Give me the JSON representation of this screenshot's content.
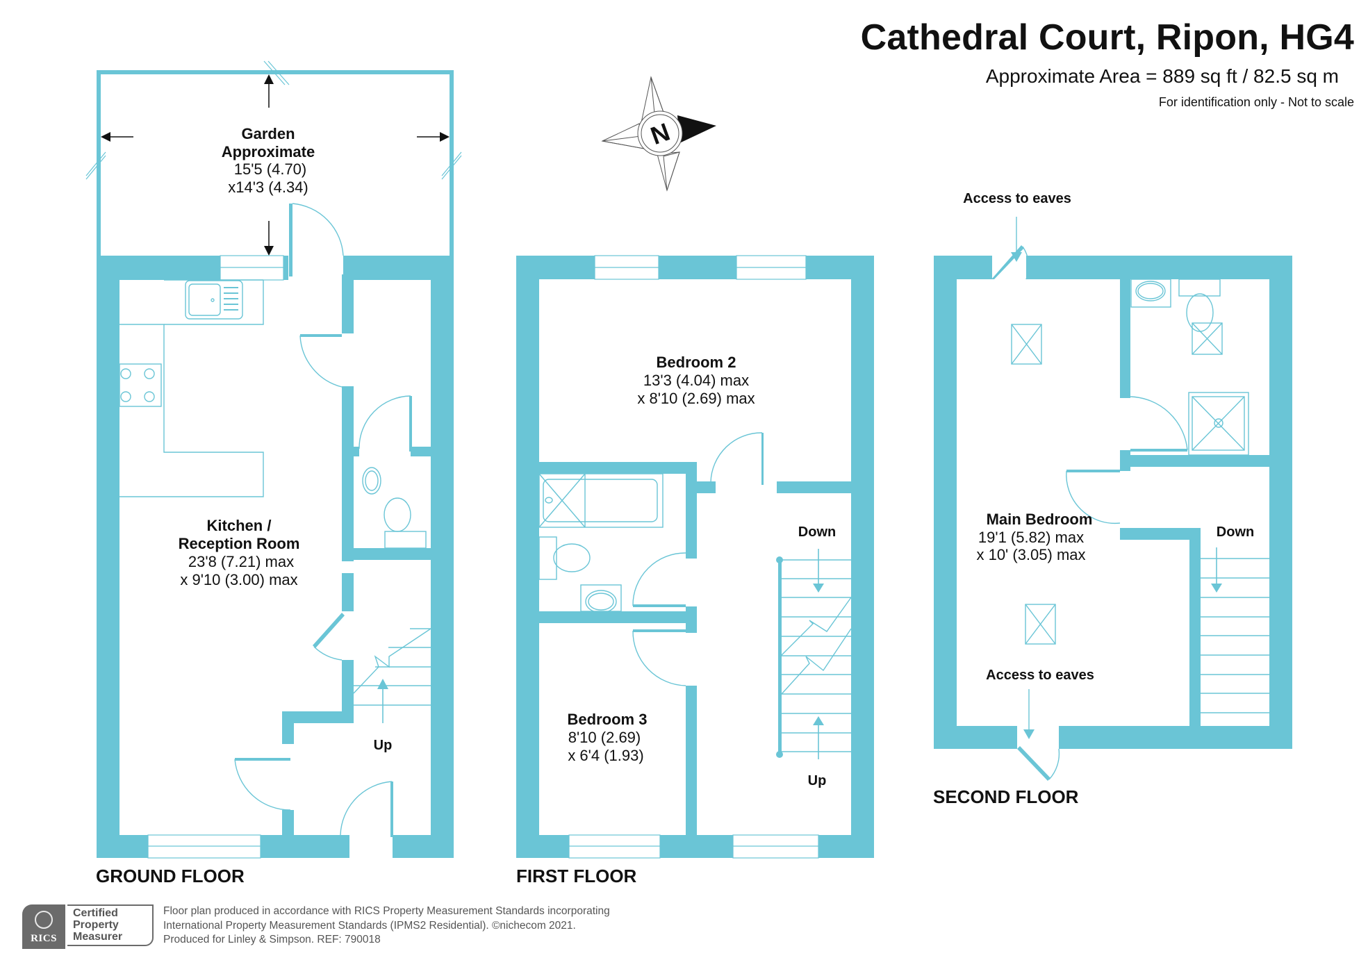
{
  "header": {
    "title": "Cathedral Court, Ripon, HG4",
    "area": "Approximate Area = 889 sq ft / 82.5 sq m",
    "disclaimer": "For identification only - Not to scale"
  },
  "colors": {
    "wall": "#6ac5d6",
    "text": "#111111",
    "footer_gray": "#6b6b6b"
  },
  "compass": {
    "letter": "N",
    "icon": "compass-rose-icon"
  },
  "floors": {
    "ground": {
      "label": "GROUND FLOOR",
      "garden": {
        "name_line1": "Garden",
        "name_line2": "Approximate",
        "dim1": "15'5 (4.70)",
        "dim2": "x14'3 (4.34)"
      },
      "kitchen": {
        "name_line1": "Kitchen /",
        "name_line2": "Reception Room",
        "dim1": "23'8 (7.21) max",
        "dim2": "x 9'10 (3.00) max"
      },
      "stairs_label": "Up"
    },
    "first": {
      "label": "FIRST FLOOR",
      "bedroom2": {
        "name": "Bedroom 2",
        "dim1": "13'3 (4.04) max",
        "dim2": "x 8'10 (2.69) max"
      },
      "bedroom3": {
        "name": "Bedroom 3",
        "dim1": "8'10 (2.69)",
        "dim2": "x 6'4 (1.93)"
      },
      "stairs_down": "Down",
      "stairs_up": "Up"
    },
    "second": {
      "label": "SECOND FLOOR",
      "main_bedroom": {
        "name": "Main Bedroom",
        "dim1": "19'1 (5.82) max",
        "dim2": "x 10' (3.05) max"
      },
      "eaves_top": "Access to eaves",
      "eaves_bottom": "Access to eaves",
      "stairs_down": "Down"
    }
  },
  "footer": {
    "rics": "RICS",
    "cert_line1": "Certified",
    "cert_line2": "Property",
    "cert_line3": "Measurer",
    "line1": "Floor plan produced in accordance with RICS Property Measurement Standards incorporating",
    "line2": "International Property Measurement Standards (IPMS2 Residential).   ©nichecom 2021.",
    "line3": "Produced for Linley & Simpson.   REF: 790018"
  }
}
